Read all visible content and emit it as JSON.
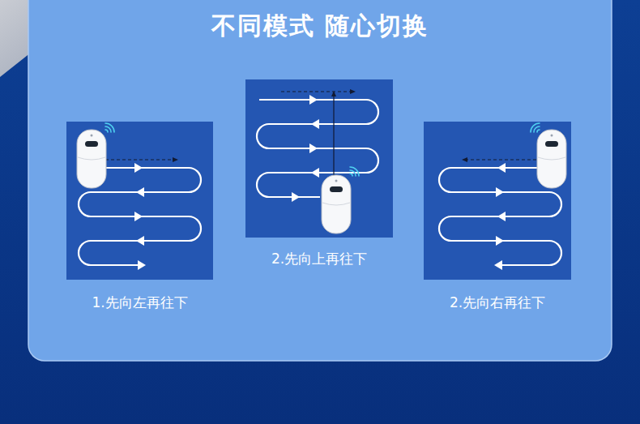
{
  "diagram": {
    "title": "不同模式 随心切换",
    "nodes": [
      {
        "text": [
          "1.先向左再往下"
        ]
      },
      {
        "text": [
          "2.先向上再往下"
        ]
      },
      {
        "text": [
          "2.先向右再往下"
        ]
      }
    ]
  }
}
